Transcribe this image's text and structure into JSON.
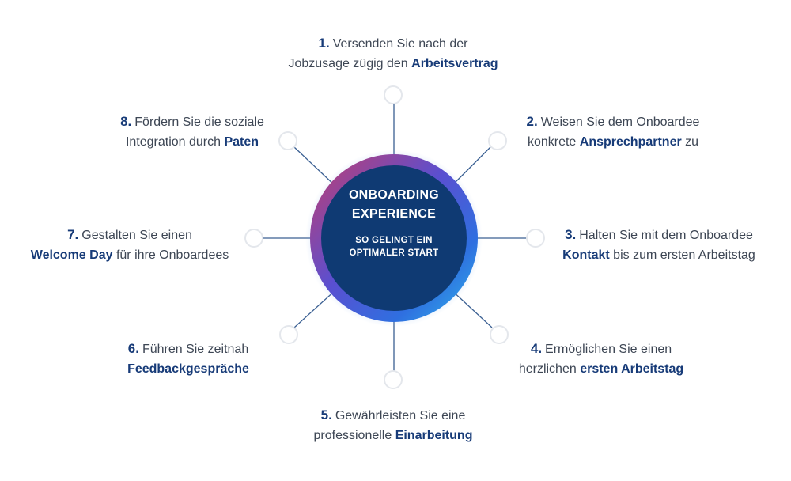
{
  "center": {
    "title_line1": "ONBOARDING",
    "title_line2": "EXPERIENCE",
    "subtitle_line1": "SO GELINGT EIN",
    "subtitle_line2": "OPTIMALER START"
  },
  "colors": {
    "navy": "#0f3a73",
    "ring_red": "#d03a5a",
    "ring_blue": "#2f6fe0",
    "ring_cyan": "#2fb0e6",
    "line": "#3a5f92",
    "node_border": "#e6e9ee"
  },
  "steps": [
    {
      "num": "1.",
      "pre1": "Versenden Sie nach der",
      "pre2": "Jobzusage zügig den ",
      "bold": "Arbeitsvertrag",
      "post": ""
    },
    {
      "num": "2.",
      "pre1": "Weisen Sie dem Onboardee",
      "pre2": "konkrete ",
      "bold": "Ansprechpartner",
      "post": " zu"
    },
    {
      "num": "3.",
      "pre1": "Halten Sie mit dem Onboardee",
      "pre2": "",
      "bold": "Kontakt",
      "post": " bis zum ersten Arbeitstag"
    },
    {
      "num": "4.",
      "pre1": "Ermöglichen Sie einen",
      "pre2": "herzlichen ",
      "bold": "ersten Arbeitstag",
      "post": ""
    },
    {
      "num": "5.",
      "pre1": "Gewährleisten Sie eine",
      "pre2": "professionelle ",
      "bold": "Einarbeitung",
      "post": ""
    },
    {
      "num": "6.",
      "pre1": "Führen Sie zeitnah",
      "pre2": "",
      "bold": "Feedbackgespräche",
      "post": ""
    },
    {
      "num": "7.",
      "pre1": "Gestalten Sie einen",
      "pre2": "",
      "bold": "Welcome Day",
      "post": " für ihre Onboardees"
    },
    {
      "num": "8.",
      "pre1": "Fördern Sie die soziale",
      "pre2": "Integration durch ",
      "bold": "Paten",
      "post": ""
    }
  ]
}
